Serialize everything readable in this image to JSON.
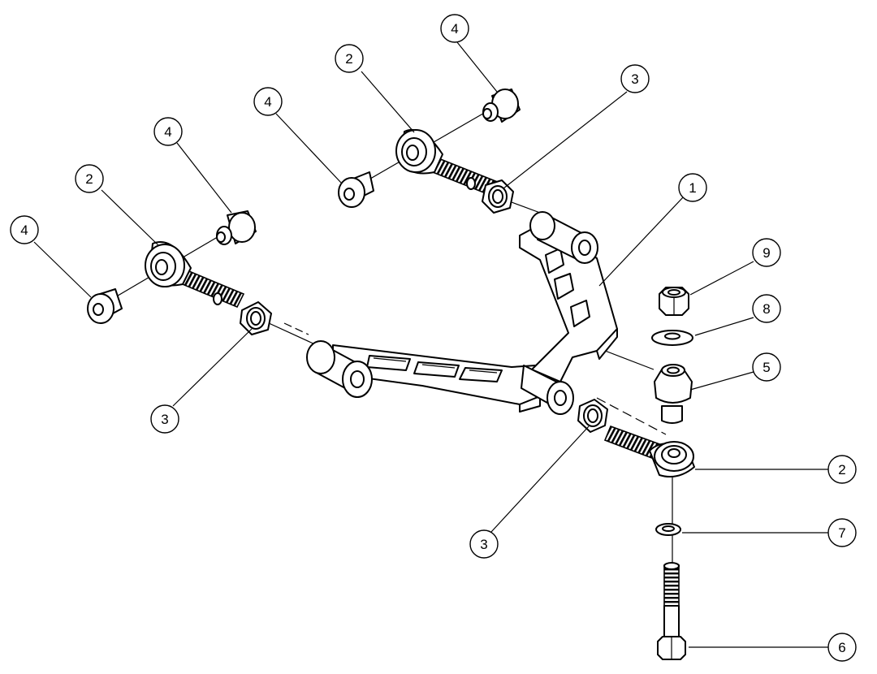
{
  "drawing": {
    "type": "exploded-assembly",
    "colors": {
      "line": "#000000",
      "background": "#ffffff"
    },
    "callouts": [
      {
        "label": "1",
        "part": "a-arm"
      },
      {
        "label": "2",
        "part": "rod-end-upper"
      },
      {
        "label": "2",
        "part": "rod-end-left"
      },
      {
        "label": "2",
        "part": "rod-end-lower"
      },
      {
        "label": "3",
        "part": "jam-nut-upper"
      },
      {
        "label": "3",
        "part": "jam-nut-left"
      },
      {
        "label": "3",
        "part": "jam-nut-lower"
      },
      {
        "label": "4",
        "part": "spacer-upper-right"
      },
      {
        "label": "4",
        "part": "spacer-upper-left"
      },
      {
        "label": "4",
        "part": "spacer-left-top"
      },
      {
        "label": "4",
        "part": "spacer-left-bottom"
      },
      {
        "label": "5",
        "part": "cone-spacer"
      },
      {
        "label": "6",
        "part": "bolt"
      },
      {
        "label": "7",
        "part": "washer-small"
      },
      {
        "label": "8",
        "part": "washer"
      },
      {
        "label": "9",
        "part": "lock-nut"
      }
    ]
  }
}
